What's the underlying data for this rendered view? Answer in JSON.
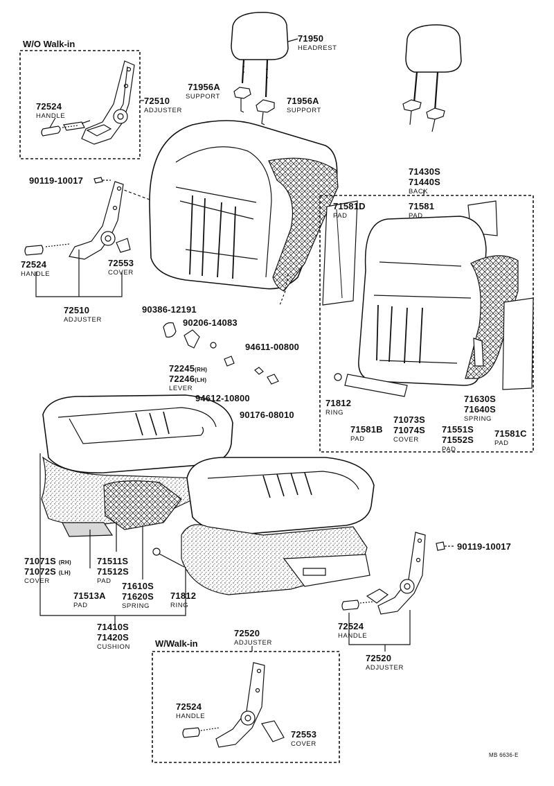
{
  "ref_code": "MB 6636-E",
  "frames": {
    "wo_walk_in": "W/O Walk-in",
    "w_walk_in": "W/Walk-in"
  },
  "parts": {
    "headrest": {
      "num": "71950",
      "name": "HEADREST"
    },
    "support_a": {
      "num": "71956A",
      "name": "SUPPORT"
    },
    "support_b": {
      "num": "71956A",
      "name": "SUPPORT"
    },
    "handle_wo": {
      "num": "72524",
      "name": "HANDLE"
    },
    "adjuster_wo": {
      "num": "72510",
      "name": "ADJUSTER"
    },
    "bolt_top": {
      "num": "90119-10017"
    },
    "handle_mid": {
      "num": "72524",
      "name": "HANDLE"
    },
    "cover_mid": {
      "num": "72553",
      "name": "COVER"
    },
    "adjuster_mid": {
      "num": "72510",
      "name": "ADJUSTER"
    },
    "back": {
      "num1": "71430S",
      "num2": "71440S",
      "name": "BACK"
    },
    "pad_d": {
      "num": "71581D",
      "name": "PAD"
    },
    "pad_top": {
      "num": "71581",
      "name": "PAD"
    },
    "screw": {
      "num": "90386-12191"
    },
    "bolt_lever": {
      "num": "90206-14083"
    },
    "lever": {
      "num1": "72245",
      "tag1": "(RH)",
      "num2": "72246",
      "tag2": "(LH)",
      "name": "LEVER"
    },
    "nut_a": {
      "num": "94611-00800"
    },
    "nut_b": {
      "num": "94612-10800"
    },
    "nut_c": {
      "num": "90176-08010"
    },
    "ring_back": {
      "num": "71812",
      "name": "RING"
    },
    "pad_b": {
      "num": "71581B",
      "name": "PAD"
    },
    "cover_back": {
      "num1": "71073S",
      "num2": "71074S",
      "name": "COVER"
    },
    "spring_back": {
      "num1": "71630S",
      "num2": "71640S",
      "name": "SPRING"
    },
    "pad_back": {
      "num1": "71551S",
      "num2": "71552S",
      "name": "PAD"
    },
    "pad_c": {
      "num": "71581C",
      "name": "PAD"
    },
    "cover_cushion": {
      "num1": "71071S",
      "tag1": "(RH)",
      "num2": "71072S",
      "tag2": "(LH)",
      "name": "COVER"
    },
    "pad_cushion": {
      "num1": "71511S",
      "num2": "71512S",
      "name": "PAD"
    },
    "spring_cushion": {
      "num1": "71610S",
      "num2": "71620S",
      "name": "SPRING"
    },
    "pad_a": {
      "num": "71513A",
      "name": "PAD"
    },
    "ring_cushion": {
      "num": "71812",
      "name": "RING"
    },
    "cushion": {
      "num1": "71410S",
      "num2": "71420S",
      "name": "CUSHION"
    },
    "bolt_right": {
      "num": "90119-10017"
    },
    "handle_right": {
      "num": "72524",
      "name": "HANDLE"
    },
    "adjuster_right": {
      "num": "72520",
      "name": "ADJUSTER"
    },
    "adjuster_walk": {
      "num": "72520",
      "name": "ADJUSTER"
    },
    "handle_walk": {
      "num": "72524",
      "name": "HANDLE"
    },
    "cover_walk": {
      "num": "72553",
      "name": "COVER"
    }
  }
}
